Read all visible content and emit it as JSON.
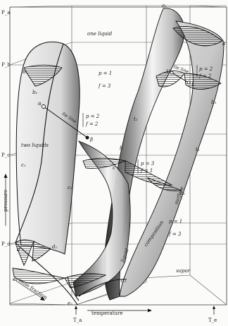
{
  "axes": {
    "pressure_ticks": [
      "P_a",
      "P_b",
      "P_c",
      "P_d"
    ],
    "temperature_ticks": [
      "T_a",
      "T_e"
    ],
    "pressure_label": "pressure",
    "temperature_label": "temperature",
    "mole_fraction_label": "mole fraction"
  },
  "regions": {
    "one_liquid": "one liquid",
    "two_liquids": "two liquids",
    "vapor": "vapor",
    "liquid_surface": "liquid",
    "vapor_surface": "surface",
    "composition_surface": "composition"
  },
  "tie_line_label": "tie line",
  "phase_rule": [
    {
      "p": "p = 1",
      "f": "f = 3"
    },
    {
      "p": "p = 2",
      "f": "f = 2"
    },
    {
      "p": "p = 3",
      "f": "f = 1"
    },
    {
      "p": "p = 2",
      "f": "f = 2"
    },
    {
      "p": "p = 1",
      "f": "f = 3"
    }
  ],
  "points": {
    "a1": "a₁",
    "b1": "b₁",
    "b2": "b₂",
    "b3": "b₃",
    "c1": "c₁",
    "c2": "c₂",
    "c3": "c₃",
    "d1": "d₁",
    "d2": "d₂",
    "e1": "e₁",
    "e2": "e₂",
    "t1": "t₁",
    "t2": "t₂",
    "alpha": "α",
    "beta": "β",
    "V": "V",
    "L": "L",
    "a": "a",
    "b": "b",
    "c": "c",
    "d": "d"
  }
}
